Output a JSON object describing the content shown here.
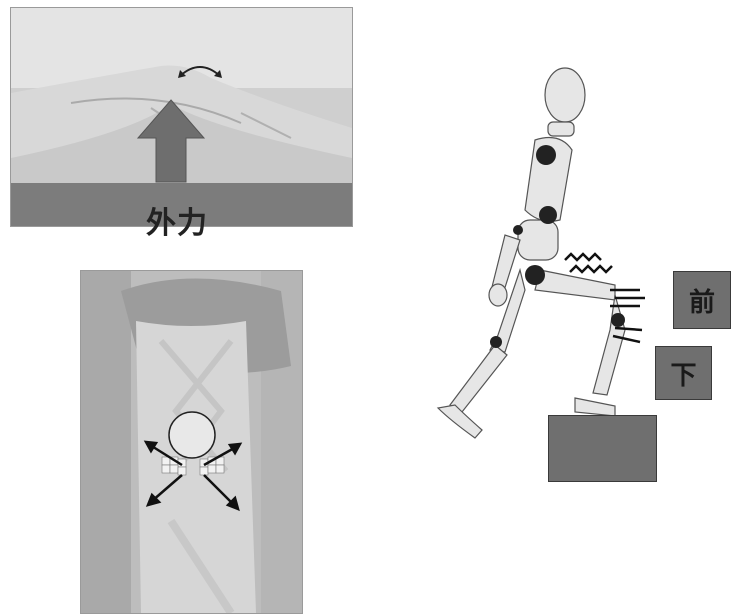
{
  "labels": {
    "external_force": "外力",
    "front": "前",
    "down": "下"
  },
  "colors": {
    "arrow_fill": "#6e6e6e",
    "box_fill": "#6f6f6f",
    "skin": "#d9d9d9",
    "background_photo": "#bdbdbd"
  },
  "icons": {
    "rotation_arrow": "curved-double-arrow-icon",
    "force_arrow": "up-arrow-icon",
    "stretch_arrows": "diagonal-arrows-icon"
  }
}
